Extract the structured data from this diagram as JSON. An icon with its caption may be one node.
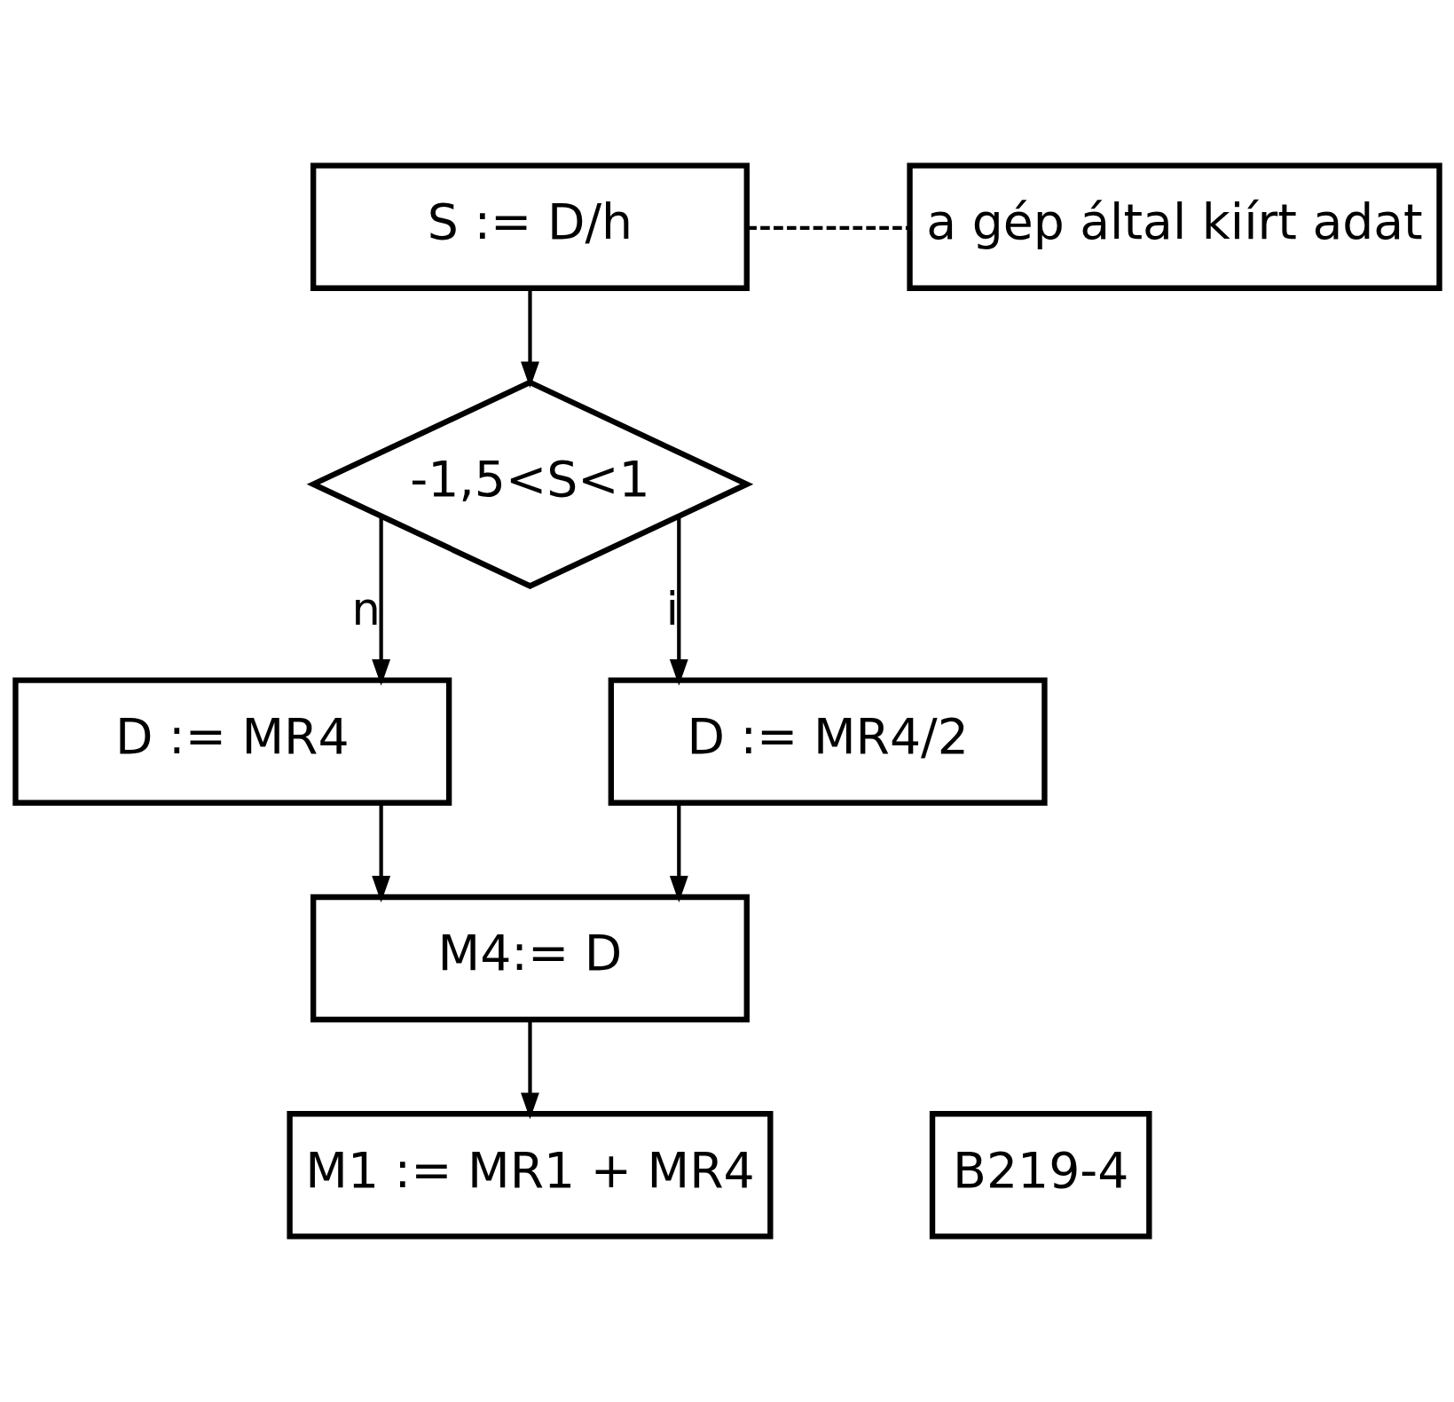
{
  "diagram": {
    "nodes": [
      {
        "text": [
          "S := D/h"
        ]
      },
      {
        "text": [
          "a gép által kiírt adat"
        ]
      },
      {
        "text": [
          "-1,5<S<1"
        ]
      },
      {
        "text": [
          "D := MR4"
        ]
      },
      {
        "text": [
          "D := MR4/2"
        ]
      },
      {
        "text": [
          "M4:= D"
        ]
      },
      {
        "text": [
          "M1 := MR1 + MR4"
        ]
      },
      {
        "text": [
          "B219-4"
        ]
      }
    ],
    "edges": [
      {
        "from": 0,
        "to": 1,
        "arrow": "none",
        "style": "dashed"
      },
      {
        "from": 0,
        "to": 2,
        "arrow": "to"
      },
      {
        "from": 2,
        "to": 4,
        "arrow": "to",
        "label": "i"
      },
      {
        "from": 2,
        "to": 3,
        "arrow": "to",
        "label": "n"
      },
      {
        "from": 3,
        "to": 5,
        "arrow": "to"
      },
      {
        "from": 4,
        "to": 5,
        "arrow": "to"
      },
      {
        "from": 5,
        "to": 6,
        "arrow": "to"
      }
    ]
  }
}
